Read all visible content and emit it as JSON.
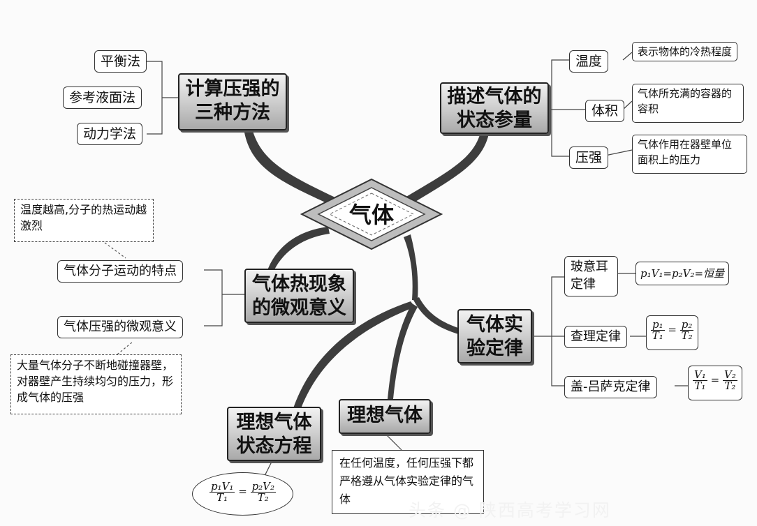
{
  "center": "气体",
  "pressure_methods": {
    "title_lines": [
      "计算压强的",
      "三种方法"
    ],
    "items": [
      "平衡法",
      "参考液面法",
      "动力学法"
    ]
  },
  "state_params": {
    "title_lines": [
      "描述气体的",
      "状态参量"
    ],
    "items": [
      {
        "label": "温度",
        "desc": "表示物体的冷热程度"
      },
      {
        "label": "体积",
        "desc": "气体所充满的容器的容积"
      },
      {
        "label": "压强",
        "desc": "气体作用在器壁单位面积上的压力"
      }
    ]
  },
  "micro": {
    "title_lines": [
      "气体热现象",
      "的微观意义"
    ],
    "items": [
      "气体分子运动的特点",
      "气体压强的微观意义"
    ],
    "note_top": "温度越高,分子的热运动越激烈",
    "note_bottom": "大量气体分子不断地碰撞器壁，对器壁产生持续均匀的压力，形成气体的压强"
  },
  "exp_laws": {
    "title_lines": [
      "气体实",
      "验定律"
    ],
    "items": [
      "玻意耳定律",
      "查理定律",
      "盖-吕萨克定律"
    ],
    "boyle_formula": "p₁V₁=p₂V₂=恒量",
    "charles": {
      "left_num": "p₁",
      "left_den": "T₁",
      "right_num": "p₂",
      "right_den": "T₂"
    },
    "gaylussac": {
      "left_num": "V₁",
      "left_den": "T₁",
      "right_num": "V₂",
      "right_den": "T₂"
    }
  },
  "ideal_gas": {
    "title": "理想气体",
    "desc": "在任何温度，任何压强下都严格遵从气体实验定律的气体"
  },
  "ideal_state_eq": {
    "title_lines": [
      "理想气体",
      "状态方程"
    ],
    "formula": {
      "left_num": "p₁V₁",
      "left_den": "T₁",
      "right_num": "p₂V₂",
      "right_den": "T₂"
    }
  },
  "watermark": "头条 @ 陕西高考学习网"
}
